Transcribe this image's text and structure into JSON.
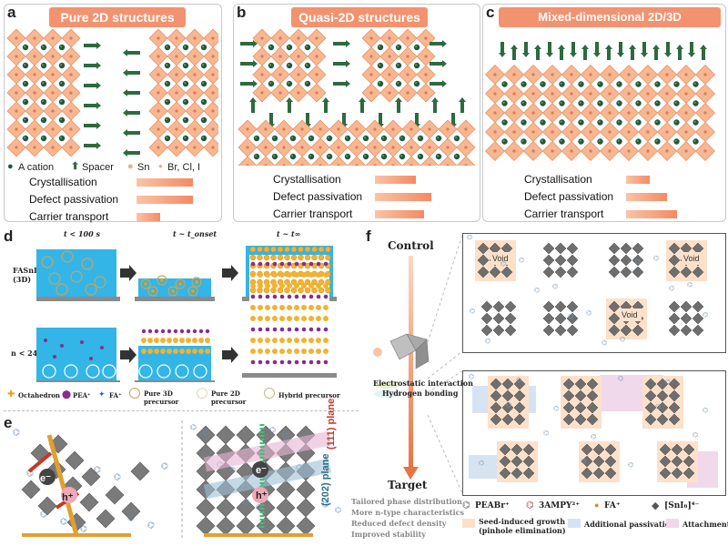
{
  "panel_a": {
    "letter": "a",
    "title": "Pure 2D structures",
    "legend": {
      "a_cation": "A cation",
      "spacer": "Spacer",
      "sn": "Sn",
      "halide": "Br, Cl, I"
    },
    "props": [
      {
        "label": "Crystallisation",
        "level": 0.62
      },
      {
        "label": "Defect passivation",
        "level": 0.62
      },
      {
        "label": "Carrier transport",
        "level": 0.26
      }
    ]
  },
  "panel_b": {
    "letter": "b",
    "title": "Quasi-2D structures",
    "props": [
      {
        "label": "Crystallisation",
        "level": 0.45
      },
      {
        "label": "Defect passivation",
        "level": 0.62
      },
      {
        "label": "Carrier transport",
        "level": 0.54
      }
    ]
  },
  "panel_c": {
    "letter": "c",
    "title": "Mixed-dimensional 2D/3D heterostructures",
    "props": [
      {
        "label": "Crystallisation",
        "level": 0.26
      },
      {
        "label": "Defect passivation",
        "level": 0.45
      },
      {
        "label": "Carrier transport",
        "level": 0.56
      }
    ]
  },
  "panel_d": {
    "letter": "d",
    "t1": "t < 100 s",
    "t2": "t ~ t_onset",
    "t3": "t ~ t∞",
    "row1": "FASnI3 (3D)",
    "row2": "n < 24",
    "legend": {
      "octahedron": "Octahedron",
      "pea": "PEA⁺",
      "fa": "FA⁺",
      "pure3d": "Pure 3D precursor",
      "pure2d": "Pure 2D precursor",
      "hybrid": "Hybrid precursor"
    }
  },
  "panel_e": {
    "letter": "e",
    "electron": "e⁻",
    "hole": "h⁺",
    "plane111": "(111) plane",
    "plane202": "(202) plane"
  },
  "panel_f": {
    "letter": "f",
    "control": "Control",
    "target": "Target",
    "void": "Void",
    "interaction": "Electrostatic interaction",
    "hbond": "Hydrogen bonding",
    "goals": [
      "Tailored phase distribution",
      "More n-type characteristics",
      "Reduced defect density",
      "Improved stability"
    ],
    "legend": {
      "peabr": "PEABr⁺",
      "ampy": "3AMPY²⁺",
      "fa": "FA⁺",
      "snI6": "[SnI₆]⁴⁻",
      "seed": "Seed-induced growth (pinhole elimination)",
      "passivation": "Additional passivation",
      "attachment": "Attachment"
    }
  },
  "colors": {
    "accent": "#f3926f",
    "bar": "#f48a63",
    "sky": "#33b5e8",
    "octa": "#f5a77d",
    "cation": "#1f5a3a",
    "ortho": "#2d6a40"
  }
}
